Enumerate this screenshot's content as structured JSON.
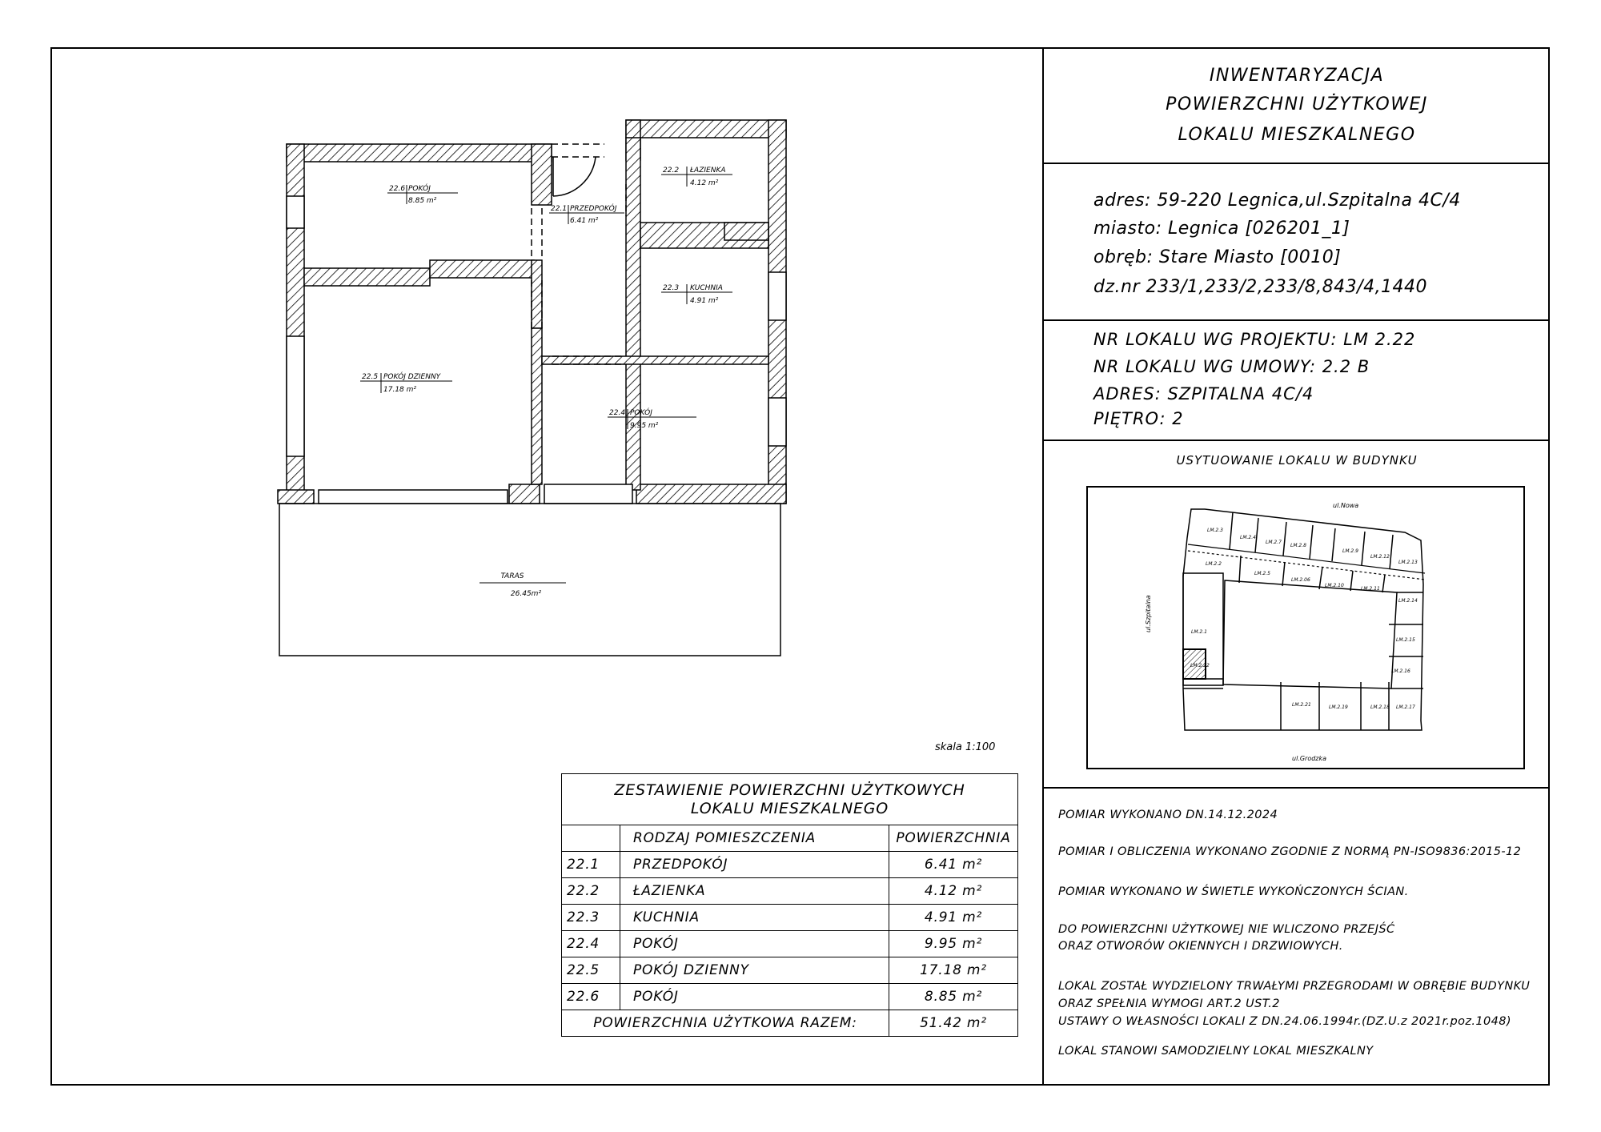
{
  "header": {
    "title_lines": [
      "INWENTARYZACJA",
      "POWIERZCHNI UŻYTKOWEJ",
      "LOKALU MIESZKALNEGO"
    ]
  },
  "address": {
    "adres": "adres: 59-220 Legnica,ul.Szpitalna 4C/4",
    "miasto": "miasto: Legnica [026201_1]",
    "obreb": "obręb: Stare Miasto [0010]",
    "dzialki": "dz.nr 233/1,233/2,233/8,843/4,1440"
  },
  "lokal": {
    "projekt": "NR LOKALU WG PROJEKTU: LM 2.22",
    "umowa": "NR LOKALU WG UMOWY: 2.2 B",
    "adres": "ADRES: SZPITALNA 4C/4",
    "pietro": "PIĘTRO: 2"
  },
  "site_plan": {
    "title": "USYTUOWANIE LOKALU W BUDYNKU",
    "street_top": "ul.Nowa",
    "street_left": "ul.Szpitalna",
    "street_bottom": "ul.Grodzka",
    "units": [
      "LM.2.3",
      "LM.2.4",
      "LM.2.7",
      "LM.2.8",
      "LM.2.9",
      "LM.2.12",
      "LM.2.13",
      "LM.2.2",
      "LM.2.5",
      "LM.2.06",
      "LM.2.10",
      "LM.2.11",
      "LM.2.14",
      "LM.2.1",
      "LM.2.15",
      "LM.2.22",
      "LM.2.16",
      "LM.2.21",
      "LM.2.19",
      "LM.2.18",
      "LM.2.17"
    ]
  },
  "floor_plan": {
    "rooms": [
      {
        "nr": "22.6",
        "name": "POKÓJ",
        "area": "8.85 m²"
      },
      {
        "nr": "22.1",
        "name": "PRZEDPOKÓJ",
        "area": "6.41 m²"
      },
      {
        "nr": "22.2",
        "name": "ŁAZIENKA",
        "area": "4.12 m²"
      },
      {
        "nr": "22.3",
        "name": "KUCHNIA",
        "area": "4.91 m²"
      },
      {
        "nr": "22.5",
        "name": "POKÓJ DZIENNY",
        "area": "17.18 m²"
      },
      {
        "nr": "22.4",
        "name": "POKÓJ",
        "area": "9.95 m²"
      }
    ],
    "taras": {
      "name": "TARAS",
      "area": "26.45m²"
    },
    "scale": "skala 1:100"
  },
  "summary": {
    "title_lines": [
      "ZESTAWIENIE POWIERZCHNI UŻYTKOWYCH",
      "LOKALU MIESZKALNEGO"
    ],
    "col_type": "RODZAJ POMIESZCZENIA",
    "col_area": "POWIERZCHNIA",
    "rows": [
      {
        "nr": "22.1",
        "name": "PRZEDPOKÓJ",
        "area": "6.41 m²"
      },
      {
        "nr": "22.2",
        "name": "ŁAZIENKA",
        "area": "4.12 m²"
      },
      {
        "nr": "22.3",
        "name": "KUCHNIA",
        "area": "4.91 m²"
      },
      {
        "nr": "22.4",
        "name": "POKÓJ",
        "area": "9.95 m²"
      },
      {
        "nr": "22.5",
        "name": "POKÓJ DZIENNY",
        "area": "17.18 m²"
      },
      {
        "nr": "22.6",
        "name": "POKÓJ",
        "area": "8.85 m²"
      }
    ],
    "total_label": "POWIERZCHNIA UŻYTKOWA RAZEM:",
    "total_value": "51.42 m²"
  },
  "notes": [
    "POMIAR WYKONANO DN.14.12.2024",
    "POMIAR I OBLICZENIA WYKONANO ZGODNIE Z NORMĄ PN-ISO9836:2015-12",
    "POMIAR WYKONANO W ŚWIETLE WYKOŃCZONYCH ŚCIAN.",
    "DO POWIERZCHNI UŻYTKOWEJ NIE WLICZONO PRZEJŚĆ",
    "ORAZ OTWORÓW OKIENNYCH I DRZWIOWYCH.",
    "LOKAL ZOSTAŁ WYDZIELONY TRWAŁYMI PRZEGRODAMI W OBRĘBIE BUDYNKU",
    "ORAZ SPEŁNIA WYMOGI ART.2 UST.2",
    "USTAWY O WŁASNOŚCI LOKALI Z DN.24.06.1994r.(DZ.U.z 2021r.poz.1048)",
    "LOKAL STANOWI SAMODZIELNY LOKAL MIESZKALNY"
  ]
}
